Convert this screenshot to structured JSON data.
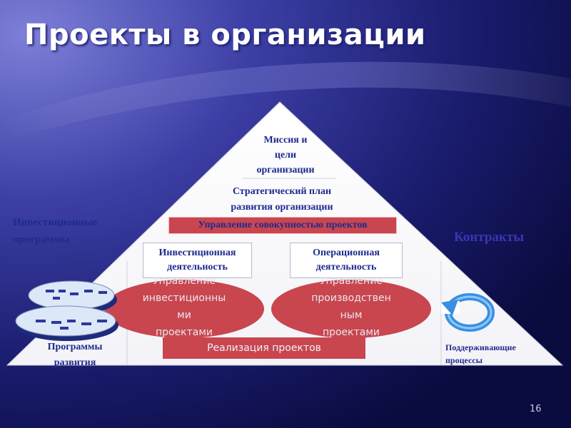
{
  "slide": {
    "title": "Проекты в организации",
    "page_number": "16"
  },
  "pyramid": {
    "mission": "Миссия и\nцели\nорганизации",
    "strategic_plan": "Стратегический план\nразвития организации",
    "portfolio_management": "Управление совокупностью проектов",
    "investment_activity": "Инвестиционная\nдеятельность",
    "operational_activity": "Операционная\nдеятельность",
    "investment_projects_management": "Управление\nинвестиционны\nми\nпроектами",
    "production_projects_management": "Управление\nпроизводствен\nным\nпроектами",
    "project_implementation": "Реализация проектов"
  },
  "side_labels": {
    "investment_programs": "Инвестиционные\nпрограммы",
    "contracts": "Контракты",
    "development_programs": "Программы\nразвития",
    "supporting_processes": "Поддерживающие\nпроцессы"
  },
  "icons": {
    "stacked_discs": "stacked-discs-icon",
    "cycle_arrow": "cycle-arrow-icon"
  },
  "colors": {
    "banner_red": "#c9464f",
    "text_blue": "#1f2a8c",
    "cycle_blue": "#3a8fe0"
  }
}
